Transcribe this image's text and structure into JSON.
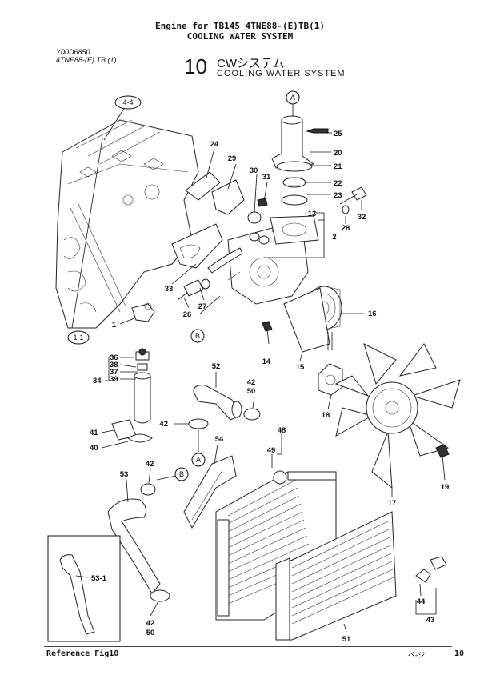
{
  "header": {
    "line1": "Engine for TB145  4TNE88-(E)TB(1)",
    "line2": "COOLING WATER SYSTEM"
  },
  "ref": {
    "code": "Y00D6850",
    "model": "4TNE88-(E) TB (1)"
  },
  "figure": {
    "number": "10",
    "title_jp": "CWシステム",
    "title_en": "COOLING WATER SYSTEM"
  },
  "callouts": {
    "c1": "4-4",
    "c2": "1-1",
    "A1": "A",
    "A2": "A",
    "B1": "B",
    "B2": "B"
  },
  "labels": {
    "p1": "1",
    "p2": "2",
    "p13": "13",
    "p14": "14",
    "p15": "15",
    "p16": "16",
    "p17": "17",
    "p18": "18",
    "p19": "19",
    "p20": "20",
    "p21": "21",
    "p22": "22",
    "p23": "23",
    "p24": "24",
    "p25": "25",
    "p26": "26",
    "p27": "27",
    "p28": "28",
    "p29": "29",
    "p30": "30",
    "p31": "31",
    "p32": "32",
    "p33": "33",
    "p34": "34",
    "p36": "36",
    "p37": "37",
    "p38": "38",
    "p39": "39",
    "p40": "40",
    "p41": "41",
    "p42a": "42",
    "p42b": "42",
    "p42c": "42",
    "p42d": "42",
    "p43": "43",
    "p44": "44",
    "p48": "48",
    "p49": "49",
    "p50a": "50",
    "p50b": "50",
    "p51": "51",
    "p52": "52",
    "p53": "53",
    "p53_1": "53-1",
    "p54": "54"
  },
  "footer": {
    "left": "Reference  Fig10",
    "page_label": "ペ-ジ",
    "page_number": "10"
  }
}
